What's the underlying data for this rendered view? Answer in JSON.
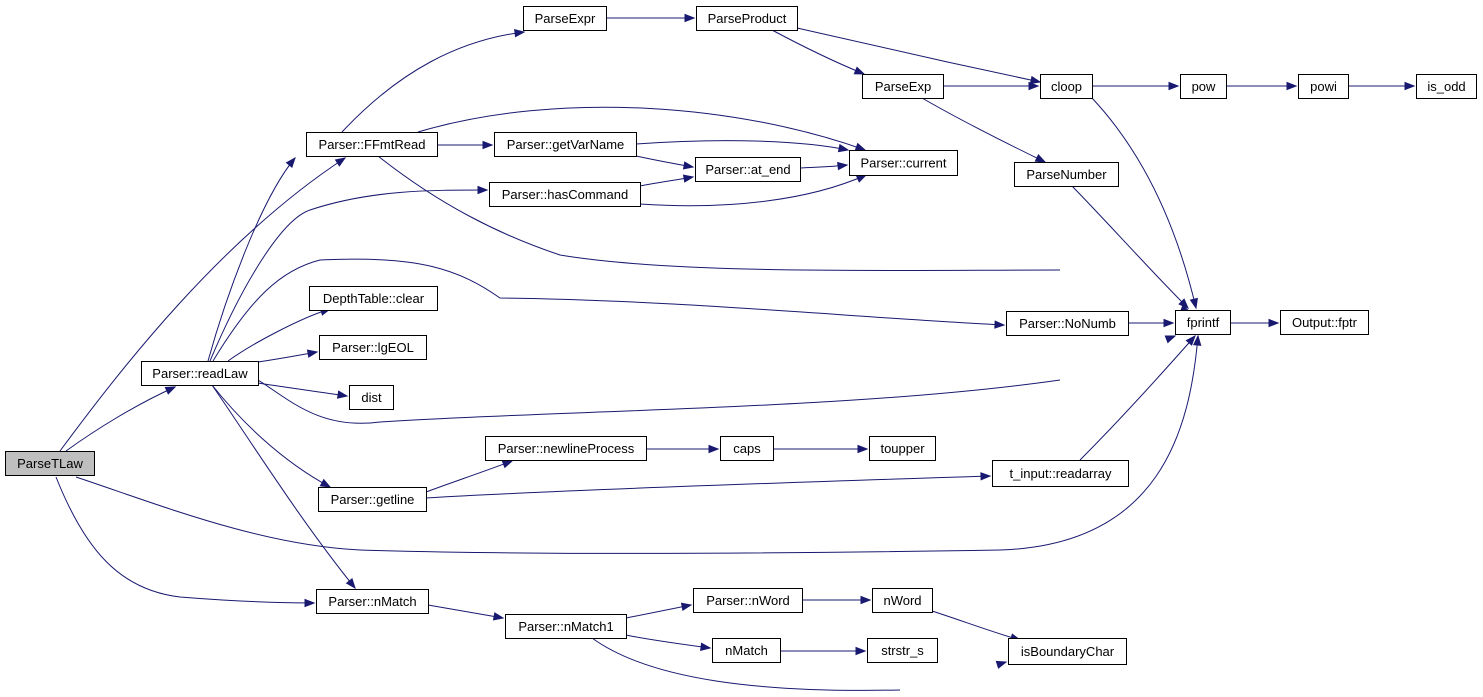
{
  "graph": {
    "root": "ParseTLaw",
    "nodes": {
      "ParseTLaw": "ParseTLaw",
      "readLaw": "Parser::readLaw",
      "FFmtRead": "Parser::FFmtRead",
      "ParseExpr": "ParseExpr",
      "ParseProduct": "ParseProduct",
      "ParseExp": "ParseExp",
      "cloop": "cloop",
      "pow": "pow",
      "powi": "powi",
      "is_odd": "is_odd",
      "ParseNumber": "ParseNumber",
      "getVarName": "Parser::getVarName",
      "at_end": "Parser::at_end",
      "current": "Parser::current",
      "hasCommand": "Parser::hasCommand",
      "DepthTable_clear": "DepthTable::clear",
      "lgEOL": "Parser::lgEOL",
      "dist": "dist",
      "NoNumb": "Parser::NoNumb",
      "fprintf": "fprintf",
      "Output_fptr": "Output::fptr",
      "getline": "Parser::getline",
      "newlineProcess": "Parser::newlineProcess",
      "caps": "caps",
      "toupper": "toupper",
      "readarray": "t_input::readarray",
      "nMatch_Parser": "Parser::nMatch",
      "nMatch1": "Parser::nMatch1",
      "nWord_Parser": "Parser::nWord",
      "nWord": "nWord",
      "nMatch": "nMatch",
      "strstr_s": "strstr_s",
      "isBoundaryChar": "isBoundaryChar"
    },
    "edges": [
      [
        "ParseTLaw",
        "FFmtRead"
      ],
      [
        "ParseTLaw",
        "readLaw"
      ],
      [
        "ParseTLaw",
        "fprintf"
      ],
      [
        "ParseTLaw",
        "nMatch_Parser"
      ],
      [
        "readLaw",
        "FFmtRead"
      ],
      [
        "readLaw",
        "hasCommand"
      ],
      [
        "readLaw",
        "NoNumb"
      ],
      [
        "readLaw",
        "DepthTable_clear"
      ],
      [
        "readLaw",
        "lgEOL"
      ],
      [
        "readLaw",
        "dist"
      ],
      [
        "readLaw",
        "fprintf"
      ],
      [
        "readLaw",
        "getline"
      ],
      [
        "readLaw",
        "nMatch_Parser"
      ],
      [
        "FFmtRead",
        "ParseExpr"
      ],
      [
        "FFmtRead",
        "current"
      ],
      [
        "FFmtRead",
        "getVarName"
      ],
      [
        "FFmtRead",
        "fprintf"
      ],
      [
        "ParseExpr",
        "ParseProduct"
      ],
      [
        "ParseProduct",
        "ParseExp"
      ],
      [
        "ParseProduct",
        "cloop"
      ],
      [
        "ParseExp",
        "cloop"
      ],
      [
        "ParseExp",
        "ParseNumber"
      ],
      [
        "cloop",
        "pow"
      ],
      [
        "cloop",
        "fprintf"
      ],
      [
        "pow",
        "powi"
      ],
      [
        "powi",
        "is_odd"
      ],
      [
        "ParseNumber",
        "fprintf"
      ],
      [
        "getVarName",
        "current"
      ],
      [
        "getVarName",
        "at_end"
      ],
      [
        "at_end",
        "current"
      ],
      [
        "hasCommand",
        "at_end"
      ],
      [
        "hasCommand",
        "current"
      ],
      [
        "NoNumb",
        "fprintf"
      ],
      [
        "fprintf",
        "Output_fptr"
      ],
      [
        "getline",
        "newlineProcess"
      ],
      [
        "getline",
        "readarray"
      ],
      [
        "newlineProcess",
        "caps"
      ],
      [
        "caps",
        "toupper"
      ],
      [
        "readarray",
        "fprintf"
      ],
      [
        "nMatch_Parser",
        "nMatch1"
      ],
      [
        "nMatch1",
        "nWord_Parser"
      ],
      [
        "nMatch1",
        "nMatch"
      ],
      [
        "nMatch1",
        "isBoundaryChar"
      ],
      [
        "nWord_Parser",
        "nWord"
      ],
      [
        "nWord",
        "isBoundaryChar"
      ],
      [
        "nMatch",
        "strstr_s"
      ]
    ]
  }
}
